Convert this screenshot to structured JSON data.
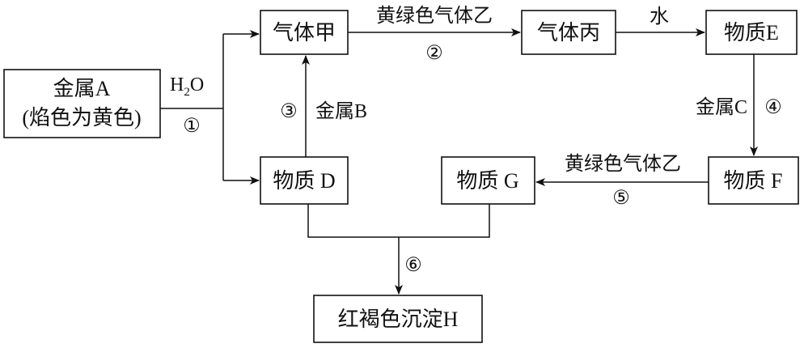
{
  "nodes": {
    "metal_a_line1": "金属A",
    "metal_a_line2": "(焰色为黄色)",
    "gas_jia": "气体甲",
    "gas_bing": "气体丙",
    "substance_e": "物质E",
    "substance_d": "物质 D",
    "substance_g": "物质 G",
    "substance_f": "物质 F",
    "precipitate_h": "红褐色沉淀H"
  },
  "labels": {
    "h2o_main": "H",
    "h2o_sub": "2",
    "h2o_tail": "O",
    "step1": "①",
    "yellow_green_gas_top": "黄绿色气体乙",
    "step2": "②",
    "water": "水",
    "step3": "③",
    "metal_b": "金属B",
    "metal_c": "金属C",
    "step4": "④",
    "yellow_green_gas_bottom": "黄绿色气体乙",
    "step5": "⑤",
    "step6": "⑥"
  }
}
